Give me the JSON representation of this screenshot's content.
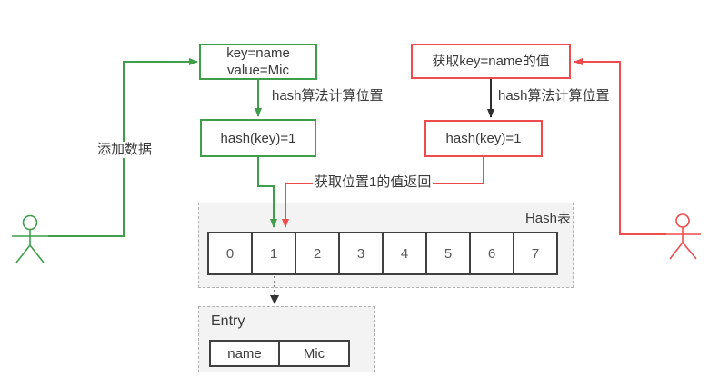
{
  "put_flow": {
    "actor_label": "添加数据",
    "key_box": {
      "line1": "key=name",
      "line2": "value=Mic"
    },
    "algo_label": "hash算法计算位置",
    "hash_box": "hash(key)=1"
  },
  "get_flow": {
    "request_box": "获取key=name的值",
    "algo_label": "hash算法计算位置",
    "hash_box": "hash(key)=1",
    "return_label": "获取位置1的值返回"
  },
  "hash_table": {
    "title": "Hash表",
    "slots": [
      "0",
      "1",
      "2",
      "3",
      "4",
      "5",
      "6",
      "7"
    ]
  },
  "entry": {
    "title": "Entry",
    "key": "name",
    "value": "Mic"
  },
  "colors": {
    "green": "#3f9e4a",
    "red": "#ee4c4c",
    "arrow_dark": "#2f2f2f",
    "text": "#3a3a3a",
    "slot_text": "#595959",
    "container_bg": "#f3f3f3",
    "cell_border": "#404040"
  }
}
